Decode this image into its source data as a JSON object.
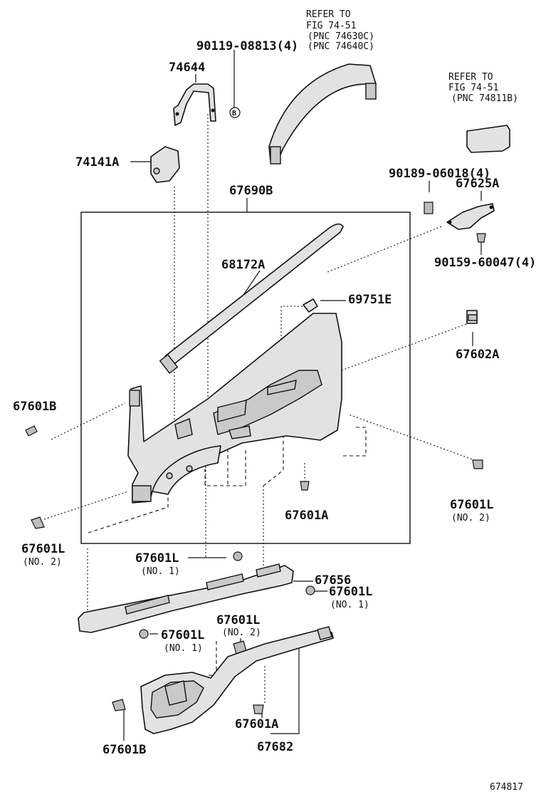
{
  "refs": {
    "top_refer": "REFER TO",
    "top_fig": "FIG 74-51",
    "top_pnc1": "(PNC 74630C)",
    "top_pnc2": "(PNC 74640C)",
    "right_refer": "REFER TO",
    "right_fig": "FIG 74-51",
    "right_pnc": "(PNC 74811B)"
  },
  "labels": {
    "p90119": "90119-08813(4)",
    "p74644": "74644",
    "p74141A": "74141A",
    "p67690B": "67690B",
    "p90189": "90189-06018(4)",
    "p67625A": "67625A",
    "p90159": "90159-60047(4)",
    "p68172A": "68172A",
    "p69751E": "69751E",
    "p67602A": "67602A",
    "p67601B_left": "67601B",
    "p67601L_right": "67601L",
    "p67601L_right_no": "(NO. 2)",
    "p67601A_mid": "67601A",
    "p67601L_left": "67601L",
    "p67601L_left_no": "(NO. 2)",
    "p67601L_no1_a": "67601L",
    "p67601L_no1_a_no": "(NO. 1)",
    "p67656": "67656",
    "p67601L_no1_b": "67601L",
    "p67601L_no1_b_no": "(NO. 1)",
    "p67601L_no2_c": "67601L",
    "p67601L_no2_c_no": "(NO. 2)",
    "p67601L_no1_d": "67601L",
    "p67601L_no1_d_no": "(NO. 1)",
    "p67601B_bottom": "67601B",
    "p67601A_bottom": "67601A",
    "p67682": "67682",
    "bolt_marker": "B",
    "figure_no": "674817"
  }
}
